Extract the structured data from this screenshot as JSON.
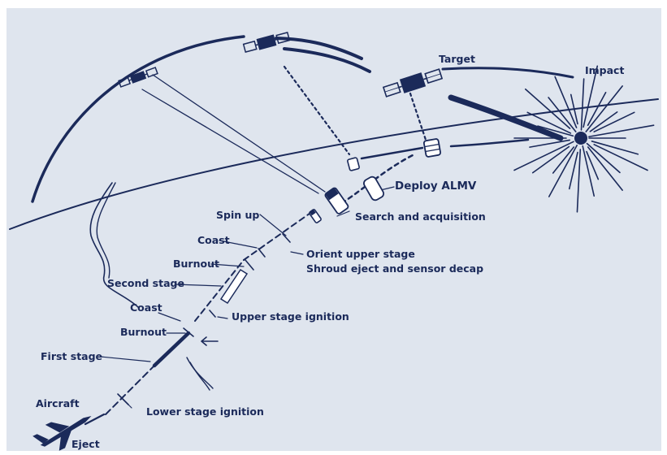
{
  "colors": {
    "paper": "#dfe5ee",
    "ink": "#1b2a5a",
    "frame": "#ffffff"
  },
  "labels": {
    "target": "Target",
    "impact": "Impact",
    "deploy": "Deploy ALMV",
    "search": "Search and acquisition",
    "spin_up": "Spin up",
    "coast_upper": "Coast",
    "orient": "Orient upper stage",
    "shroud": "Shroud eject and sensor decap",
    "burnout_upper": "Burnout",
    "second_stage": "Second stage",
    "coast_lower": "Coast",
    "upper_ignition": "Upper stage ignition",
    "burnout_lower": "Burnout",
    "first_stage": "First stage",
    "aircraft": "Aircraft",
    "lower_ignition": "Lower stage ignition",
    "eject": "Eject"
  },
  "icons": [
    "satellite-icon",
    "satellite-icon",
    "target-satellite-icon",
    "impact-burst-icon",
    "almv-canister-icon",
    "almv-vehicle-icon",
    "aircraft-icon",
    "missile-icon"
  ]
}
